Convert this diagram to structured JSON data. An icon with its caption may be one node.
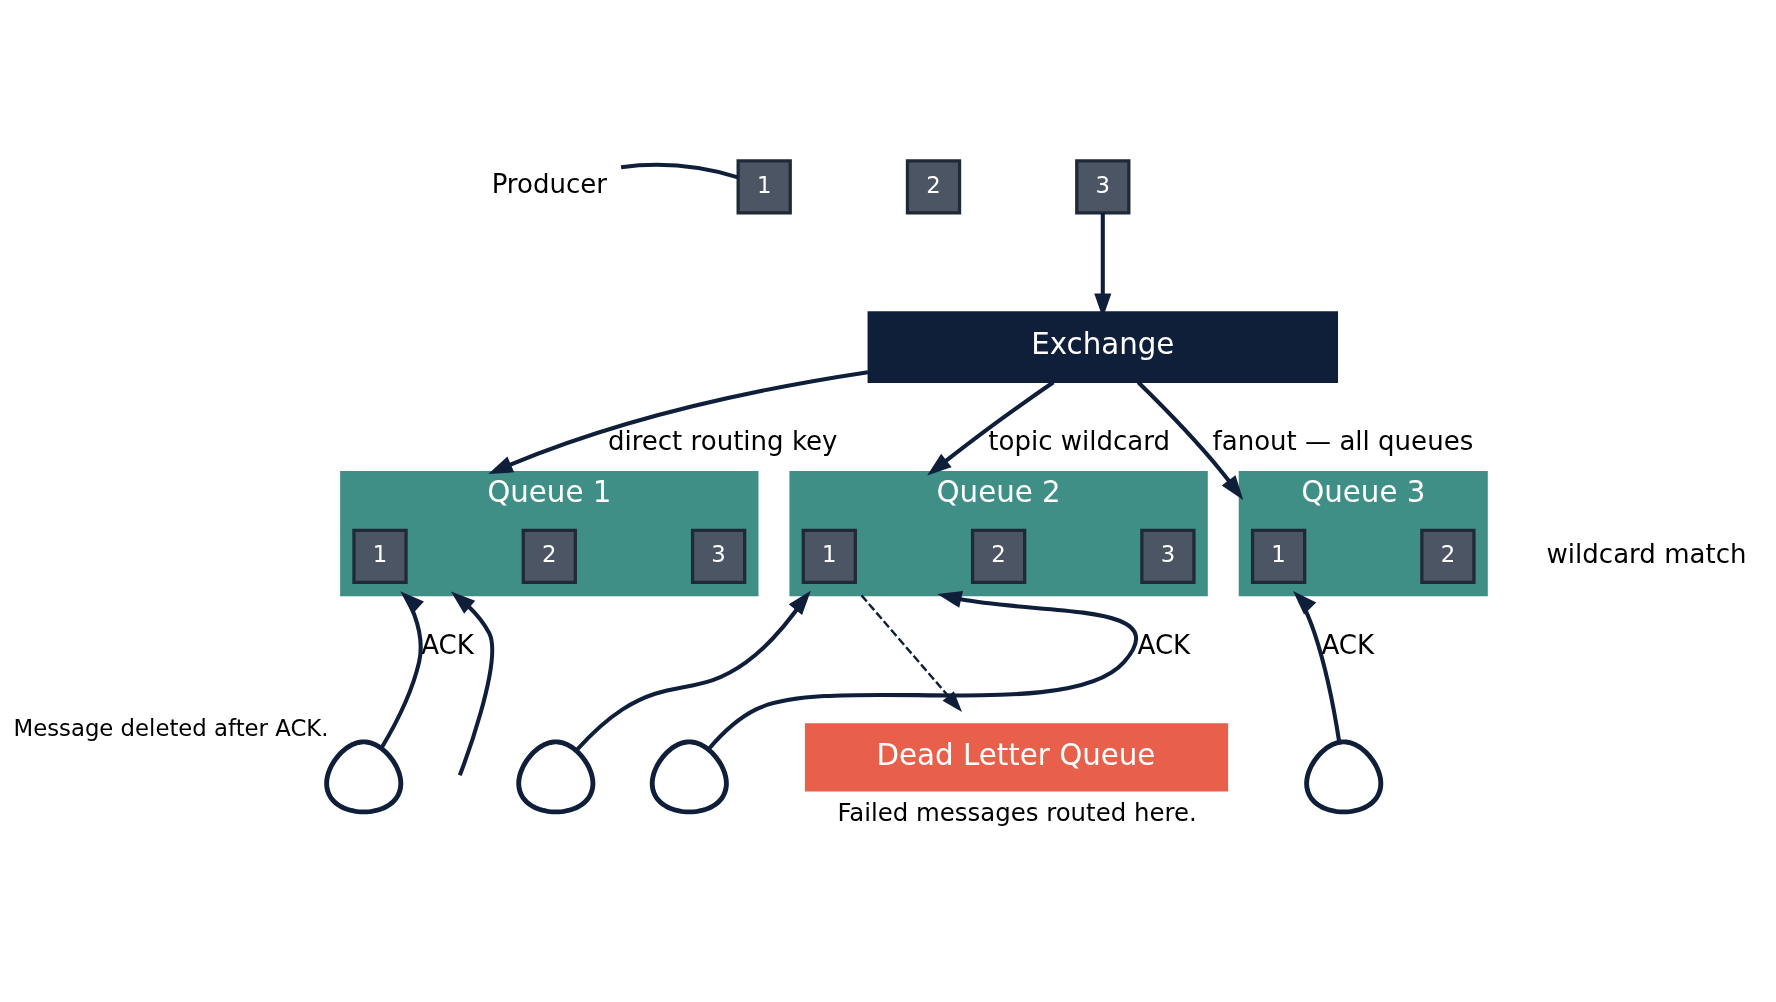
{
  "diagram": {
    "nodes": [
      {
        "text": [
          "Producer"
        ]
      },
      {
        "text": [
          "1"
        ]
      },
      {
        "text": [
          "2"
        ]
      },
      {
        "text": [
          "3"
        ]
      },
      {
        "text": [
          "Exchange"
        ]
      },
      {
        "text": [
          "Queue 1"
        ]
      },
      {
        "text": [
          "1"
        ],
        "in": 5
      },
      {
        "text": [
          "2"
        ],
        "in": 5
      },
      {
        "text": [
          "3"
        ],
        "in": 5
      },
      {
        "text": [
          "Queue 2"
        ]
      },
      {
        "text": [
          "1"
        ],
        "in": 9
      },
      {
        "text": [
          "2"
        ],
        "in": 9
      },
      {
        "text": [
          "3"
        ],
        "in": 9
      },
      {
        "text": [
          "Queue 3"
        ]
      },
      {
        "text": [
          "1"
        ],
        "in": 13
      },
      {
        "text": [
          "2"
        ],
        "in": 13
      },
      {
        "text": [],
        "shape": "person",
        "beside": [
          "Message deleted after ACK."
        ]
      },
      {
        "text": [],
        "shape": "person"
      },
      {
        "text": [],
        "shape": "person"
      },
      {
        "text": [],
        "shape": "person"
      },
      {
        "text": [
          "Dead Letter Queue"
        ],
        "beside": [
          "Failed messages routed here."
        ]
      }
    ],
    "edges": [
      {
        "from": 0,
        "to": 1,
        "arrow": "none"
      },
      {
        "from": 3,
        "to": 4,
        "arrow": "to"
      },
      {
        "from": 4,
        "to": 5,
        "arrow": "to",
        "label": "direct routing key"
      },
      {
        "from": 4,
        "to": 9,
        "arrow": "to",
        "label": "topic wildcard"
      },
      {
        "from": 4,
        "to": 13,
        "arrow": "to",
        "label": "fanout — all queues"
      },
      {
        "from": null,
        "to": 5,
        "arrow": "to"
      },
      {
        "from": 16,
        "to": 5,
        "arrow": "to",
        "label": "ACK"
      },
      {
        "from": 17,
        "to": 9,
        "arrow": "to"
      },
      {
        "from": 18,
        "to": 9,
        "arrow": "to",
        "label": "ACK"
      },
      {
        "from": 19,
        "to": 13,
        "arrow": "to",
        "label": "ACK"
      },
      {
        "from": 9,
        "to": 20,
        "arrow": "to",
        "style": "dashed"
      }
    ],
    "labels": [
      "wildcard match"
    ]
  }
}
